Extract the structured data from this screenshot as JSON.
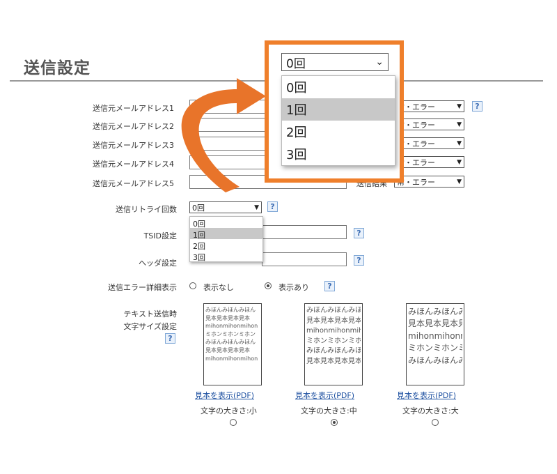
{
  "page": {
    "title": "送信設定"
  },
  "sender_rows": [
    {
      "label": "送信元メールアドレス1",
      "result_select": "常・エラー"
    },
    {
      "label": "送信元メールアドレス2",
      "result_select": "常・エラー"
    },
    {
      "label": "送信元メールアドレス3",
      "result_select": "常・エラー"
    },
    {
      "label": "送信元メールアドレス4",
      "result_select": "常・エラー"
    },
    {
      "label": "送信元メールアドレス5",
      "result_select": "常・エラー"
    }
  ],
  "row5_result_label": "送信結果",
  "retry": {
    "label": "送信リトライ回数",
    "selected": "0回",
    "options": [
      "0回",
      "1回",
      "2回",
      "3回"
    ],
    "highlighted_index": 1
  },
  "tsid": {
    "label": "TSID設定"
  },
  "header": {
    "label": "ヘッダ設定"
  },
  "error_detail": {
    "label": "送信エラー詳細表示",
    "option_off": "表示なし",
    "option_on": "表示あり",
    "selected": "表示あり"
  },
  "text_size": {
    "label_line1": "テキスト送信時",
    "label_line2": "文字サイズ設定",
    "link_label": "見本を表示(PDF)",
    "sample_lines": [
      "みほんみほんみほん",
      "見本見本見本見本",
      "mihonmihonmihon",
      "ミホンミホンミホン",
      "みほんみほんみほん",
      "見本見本見本見本",
      "mihonmihonmihon"
    ],
    "options": [
      {
        "caption": "文字の大きさ:小",
        "selected": false
      },
      {
        "caption": "文字の大きさ:中",
        "selected": true
      },
      {
        "caption": "文字の大きさ:大",
        "selected": false
      }
    ]
  },
  "callout": {
    "selected": "0回",
    "options": [
      "0回",
      "1回",
      "2回",
      "3回"
    ],
    "highlighted_index": 1
  },
  "help_glyph": "?",
  "chevron_glyph": "▼",
  "colors": {
    "callout_border": "#ef7f2b",
    "arrow": "#e8742a",
    "link": "#1c4fa0"
  },
  "icons": {
    "help": "help-icon",
    "chevron": "chevron-down-icon"
  }
}
